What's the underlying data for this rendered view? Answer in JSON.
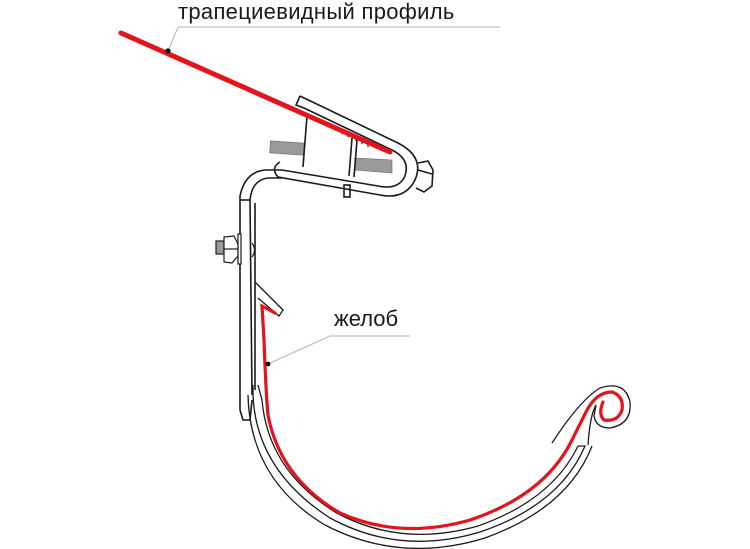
{
  "diagram": {
    "type": "technical-drawing",
    "subject": "gutter bracket mounting to trapezoidal roof profile",
    "labels": {
      "profile": "трапециевидный профиль",
      "gutter": "желоб"
    },
    "colors": {
      "highlight": "#e3141b",
      "outline": "#1a1a1a",
      "thread": "#9a9a9a",
      "leader": "#b0b0b0"
    },
    "parts": [
      {
        "id": "trapezoidal-profile",
        "label_key": "profile",
        "highlighted": true
      },
      {
        "id": "gutter",
        "label_key": "gutter",
        "highlighted": true
      },
      {
        "id": "bracket-hook",
        "highlighted": false
      },
      {
        "id": "clamp",
        "highlighted": false
      },
      {
        "id": "clamp-bolt",
        "highlighted": false
      },
      {
        "id": "mounting-bolt",
        "highlighted": false
      }
    ]
  }
}
